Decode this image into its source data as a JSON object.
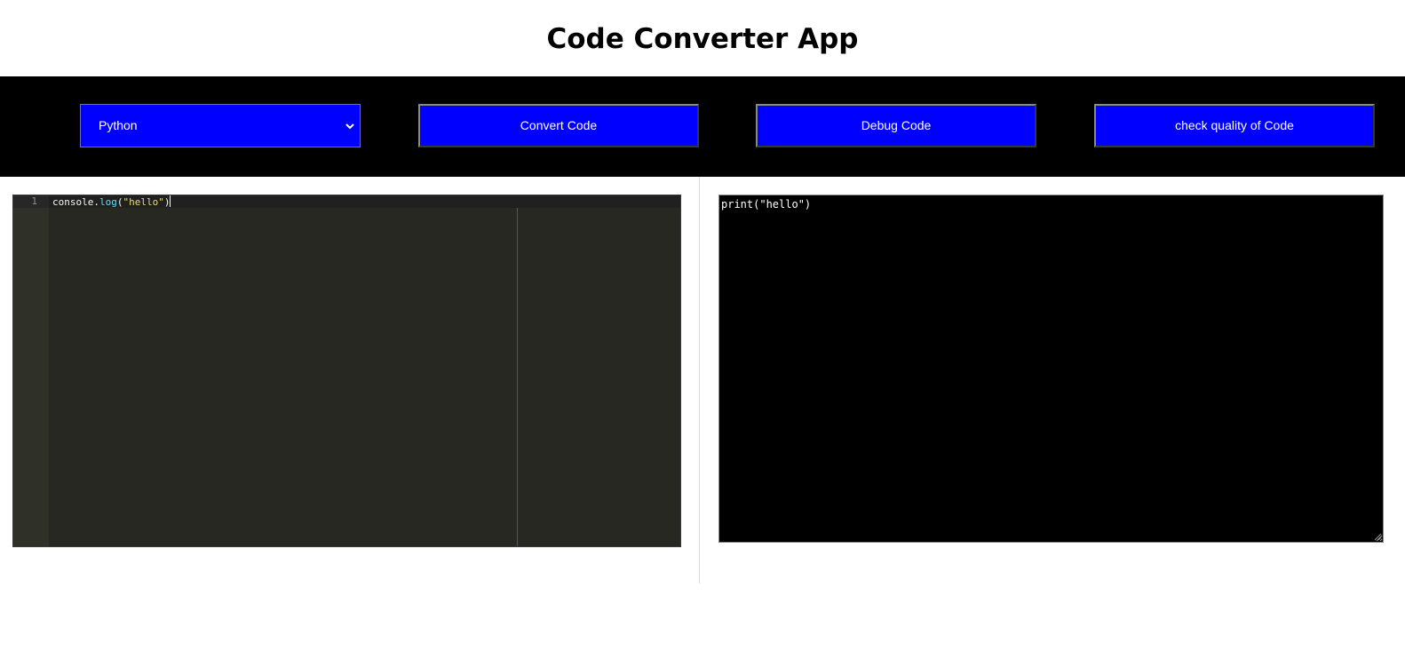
{
  "header": {
    "title": "Code Converter App"
  },
  "toolbar": {
    "language_select": {
      "selected": "Python",
      "icon": "chevron-down-icon"
    },
    "convert_label": "Convert Code",
    "debug_label": "Debug Code",
    "quality_label": "check quality of Code"
  },
  "editor": {
    "line_numbers": [
      "1"
    ],
    "code": {
      "object": "console",
      "dot": ".",
      "method": "log",
      "open_paren": "(",
      "string": "\"hello\"",
      "close_paren": ")"
    }
  },
  "output": {
    "value": "print(\"hello\")"
  },
  "colors": {
    "toolbar_bg": "#000000",
    "button_bg": "#0000ff",
    "editor_bg": "#272822",
    "output_bg": "#000000"
  }
}
